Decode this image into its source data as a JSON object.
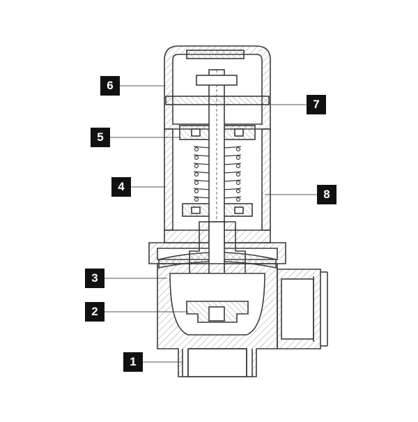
{
  "diagram": {
    "callouts": [
      {
        "id": "c1",
        "label": "1"
      },
      {
        "id": "c2",
        "label": "2"
      },
      {
        "id": "c3",
        "label": "3"
      },
      {
        "id": "c4",
        "label": "4"
      },
      {
        "id": "c5",
        "label": "5"
      },
      {
        "id": "c6",
        "label": "6"
      },
      {
        "id": "c7",
        "label": "7"
      },
      {
        "id": "c8",
        "label": "8"
      }
    ],
    "colors": {
      "outline": "#3a3a3a",
      "hatch": "#9a9a9a",
      "box": "#111111",
      "box_text": "#ffffff"
    }
  }
}
